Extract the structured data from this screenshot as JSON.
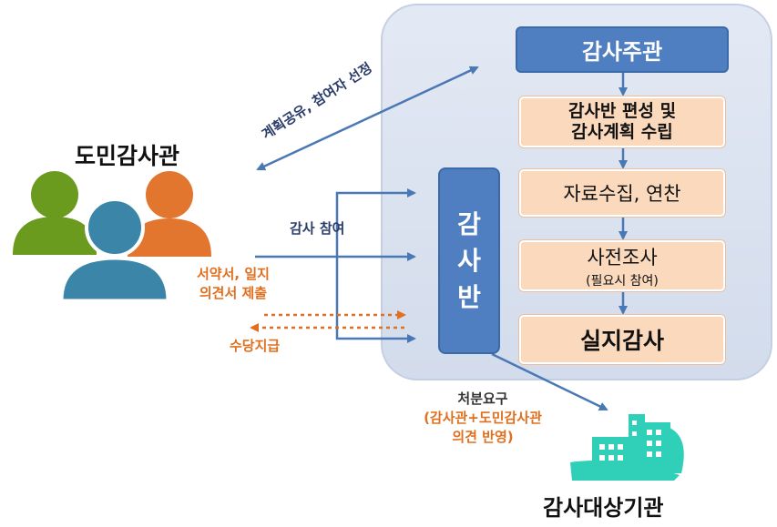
{
  "panel": {
    "auditor_in_charge": "감사주관",
    "steps": [
      {
        "line1": "감사반 편성 및",
        "line2": "감사계획 수립"
      },
      {
        "label": "자료수집, 연찬"
      },
      {
        "label": "사전조사",
        "sub": "(필요시 참여)"
      },
      {
        "label": "실지감사"
      }
    ],
    "audit_team": [
      "감",
      "사",
      "반"
    ]
  },
  "citizen": {
    "title": "도민감사관",
    "plan_share": "계획공유, 참여자 선정",
    "participate": "감사 참여",
    "pledge_line1": "서약서, 일지",
    "pledge_line2": "의견서 제출",
    "allowance": "수당지급"
  },
  "target": {
    "title": "감사대상기관",
    "disposal_request": "처분요구",
    "disposal_detail_line1": "(감사관+도민감사관",
    "disposal_detail_line2": "의견 반영)"
  },
  "colors": {
    "box_blue": "#4f7fc0",
    "arrow_blue": "#4a78b5",
    "step_fill": "#fbd9bd",
    "orange": "#e07020",
    "building_teal": "#2fcfb8",
    "person_green": "#6a9a1e",
    "person_orange": "#e3762f",
    "person_blue": "#3b86a8"
  }
}
